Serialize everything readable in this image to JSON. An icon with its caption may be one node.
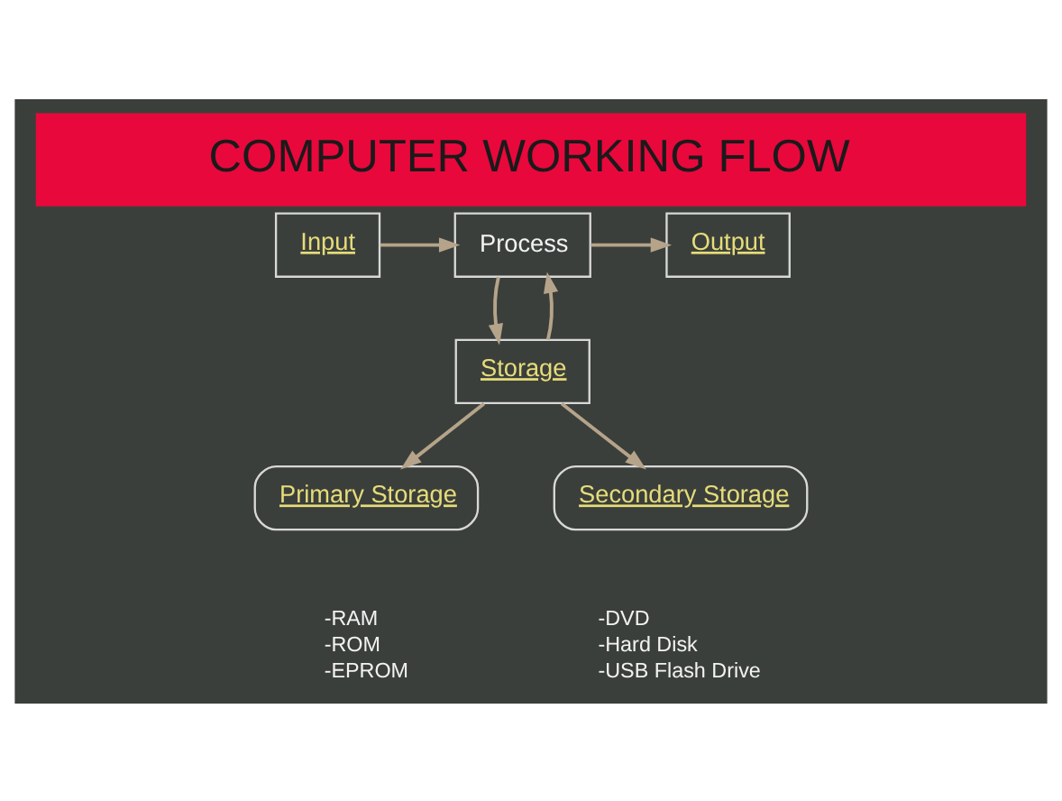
{
  "diagram": {
    "title": "COMPUTER WORKING FLOW",
    "nodes": [
      {
        "text": [
          "Input"
        ]
      },
      {
        "text": [
          "Process"
        ]
      },
      {
        "text": [
          "Output"
        ]
      },
      {
        "text": [
          "Storage"
        ]
      },
      {
        "text": [
          "Primary Storage"
        ],
        "beside": [
          "-RAM",
          "-ROM",
          "-EPROM"
        ]
      },
      {
        "text": [
          "Secondary Storage"
        ],
        "beside": [
          "-DVD",
          "-Hard Disk",
          "-USB Flash Drive"
        ]
      }
    ],
    "edges": [
      {
        "from": 0,
        "to": 1,
        "arrow": "to"
      },
      {
        "from": 1,
        "to": 2,
        "arrow": "to"
      },
      {
        "from": 1,
        "to": 3,
        "arrow": "to"
      },
      {
        "from": 3,
        "to": 1,
        "arrow": "to"
      },
      {
        "from": 3,
        "to": 4,
        "arrow": "to"
      },
      {
        "from": 3,
        "to": 5,
        "arrow": "to"
      }
    ]
  }
}
